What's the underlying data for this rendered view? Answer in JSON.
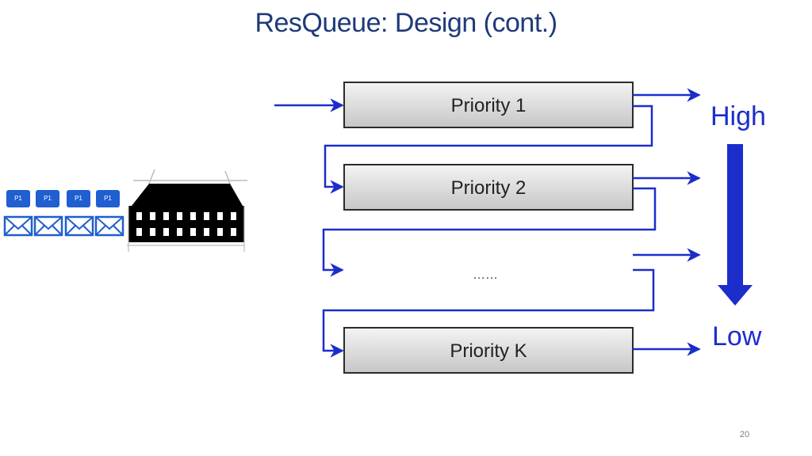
{
  "slide": {
    "title": "ResQueue: Design (cont.)",
    "page_number": "20"
  },
  "packets": [
    {
      "label": "P1"
    },
    {
      "label": "P1"
    },
    {
      "label": "P1"
    },
    {
      "label": "P1"
    }
  ],
  "diagram": {
    "queues": [
      {
        "label": "Priority 1"
      },
      {
        "label": "Priority 2"
      },
      {
        "label": "Priority K"
      }
    ],
    "ellipsis": "……",
    "high_label": "High",
    "low_label": "Low",
    "colors": {
      "arrow": "#1c2dcc",
      "queue_fill_top": "#f2f2f2",
      "queue_fill_bottom": "#c9c9c9",
      "packet_tag": "#1f5fd0"
    },
    "icons": [
      "envelope-icon",
      "server-building-icon",
      "priority-arrow-icon"
    ]
  }
}
